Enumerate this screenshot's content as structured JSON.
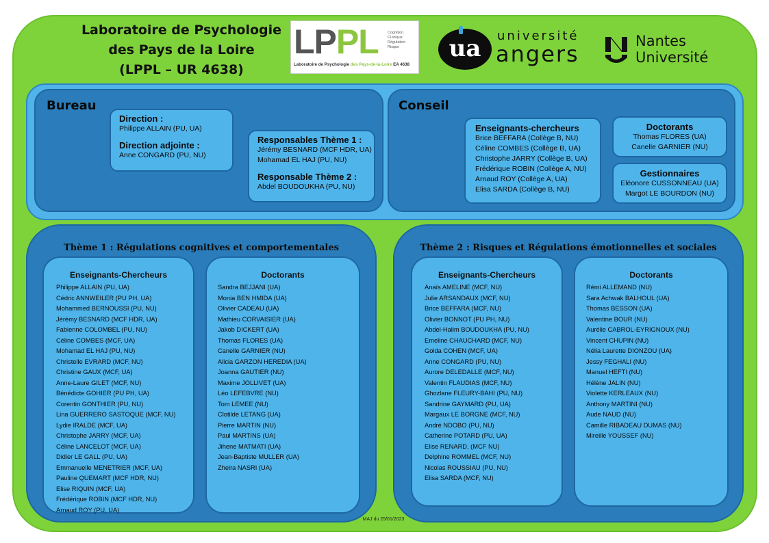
{
  "header": {
    "title_line1": "Laboratoire de Psychologie",
    "title_line2": "des Pays de la Loire",
    "title_line3": "(LPPL – UR 4638)",
    "lppl_logo": {
      "letters_grey": "LP",
      "letters_green": "PL",
      "side_1": "Cognition",
      "side_2": "CLinique",
      "side_3": "Régulation",
      "side_4": "Risque",
      "foot_a": "Laboratoire de Psychologie ",
      "foot_b": "des Pays-de-la-Loire",
      "foot_c": " EA 4638"
    },
    "ua_logo": {
      "mark": "ua",
      "word1": "université",
      "word2": "angers"
    },
    "nantes_logo": {
      "line1": "Nantes",
      "line2": "Université"
    }
  },
  "bureau": {
    "title": "Bureau",
    "direction": {
      "title": "Direction :",
      "members": [
        "Philippe ALLAIN (PU, UA)"
      ]
    },
    "direction_adjointe": {
      "title": "Direction adjointe :",
      "members": [
        "Anne CONGARD (PU, NU)"
      ]
    },
    "responsables_theme1": {
      "title": "Responsables Thème 1 :",
      "members": [
        "Jérémy BESNARD (MCF HDR, UA)",
        "Mohamad EL HAJ (PU, NU)"
      ]
    },
    "responsable_theme2": {
      "title": "Responsable Thème 2 :",
      "members": [
        "Abdel BOUDOUKHA (PU, NU)"
      ]
    }
  },
  "conseil": {
    "title": "Conseil",
    "enseignants": {
      "title": "Enseignants-chercheurs",
      "members": [
        "Brice BEFFARA (Collège B, NU)",
        "Céline COMBES (Collège B, UA)",
        "Christophe JARRY (Collège B, UA)",
        "Frédérique ROBIN (Collège A, NU)",
        "Arnaud ROY (Collège A, UA)",
        "Elisa SARDA (Collège B, NU)"
      ]
    },
    "doctorants": {
      "title": "Doctorants",
      "members": [
        "Thomas FLORES (UA)",
        "Canelle GARNIER (NU)"
      ]
    },
    "gestionnaires": {
      "title": "Gestionnaires",
      "members": [
        "Eléonore CUSSONNEAU (UA)",
        "Margot LE BOURDON (NU)"
      ]
    }
  },
  "theme1": {
    "title": "Thème 1 : Régulations cognitives et comportementales",
    "enseignants": {
      "title": "Enseignants-Chercheurs",
      "members": [
        "Philippe ALLAIN (PU, UA)",
        "Cédric ANNWEILER (PU PH, UA)",
        "Mohammed BERNOUSSI (PU, NU)",
        "Jérémy BESNARD (MCF HDR, UA)",
        "Fabienne COLOMBEL (PU, NU)",
        "Céline COMBES (MCF, UA)",
        "Mohamad EL HAJ (PU, NU)",
        "Christelle EVRARD (MCF, NU)",
        "Christine GAUX (MCF, UA)",
        "Anne-Laure GILET (MCF, NU)",
        "Bénédicte GOHIER (PU PH, UA)",
        "Corentin GONTHIER (PU, NU)",
        "Lina GUERRERO SASTOQUE (MCF, NU)",
        "Lydie IRALDE (MCF, UA)",
        "Christophe JARRY (MCF, UA)",
        "Céline LANCELOT (MCF, UA)",
        "Didier LE GALL (PU, UA)",
        "Emmanuelle MENETRIER (MCF, UA)",
        "Pauline QUEMART (MCF HDR, NU)",
        "Elise RIQUIN (MCF, UA)",
        "Frédérique ROBIN (MCF HDR, NU)",
        "Arnaud ROY (PU, UA)"
      ]
    },
    "doctorants": {
      "title": "Doctorants",
      "members": [
        "Sandra BEJJANI (UA)",
        "Monia BEN HMIDA (UA)",
        "Olivier CADEAU (UA)",
        "Mathieu CORVAISIER (UA)",
        "Jakob DICKERT (UA)",
        "Thomas FLORES (UA)",
        "Canelle GARNIER (NU)",
        "Alicia GARZON HEREDIA (UA)",
        "Joanna GAUTIER (NU)",
        "Maxime JOLLIVET (UA)",
        "Léo LEFEBVRE (NU)",
        "Tom LEMEE (NU)",
        "Clotilde LETANG (UA)",
        "Pierre MARTIN (NU)",
        "Paul MARTINS (UA)",
        "Jihene MATMATI (UA)",
        "Jean-Baptiste MULLER (UA)",
        "Zheira NASRI (UA)"
      ]
    }
  },
  "theme2": {
    "title": "Thème 2 : Risques et Régulations émotionnelles et sociales",
    "enseignants": {
      "title": "Enseignants-Chercheurs",
      "members": [
        "Anaïs AMELINE (MCF, NU)",
        "Julie ARSANDAUX (MCF, NU)",
        "Brice BEFFARA (MCF, NU)",
        "Olivier BONNOT (PU PH, NU)",
        "Abdel-Halim BOUDOUKHA (PU, NU)",
        "Emeline CHAUCHARD (MCF, NU)",
        "Golda COHEN (MCF, UA)",
        "Anne CONGARD (PU, NU)",
        "Aurore DELEDALLE (MCF, NU)",
        "Valentin FLAUDIAS (MCF, NU)",
        "Ghozlane FLEURY-BAHI (PU, NU)",
        "Sandrine GAYMARD (PU, UA)",
        "Margaux LE BORGNE (MCF, NU)",
        "André NDOBO (PU, NU)",
        "Catherine POTARD (PU, UA)",
        "Elise RENARD, (MCF NU)",
        "Delphine ROMMEL (MCF, NU)",
        "Nicolas ROUSSIAU (PU, NU)",
        "Elisa SARDA (MCF, NU)"
      ]
    },
    "doctorants": {
      "title": "Doctorants",
      "members": [
        "Rémi ALLEMAND (NU)",
        "Sara Achwak BALHOUL (UA)",
        "Thomas BESSON (UA)",
        "Valentine BOUR (NU)",
        "Aurélie CABROL-EYRIGNOUX (NU)",
        "Vincent CHUPIN (NU)",
        "Nélia Laurette DIONZOU (UA)",
        "Jessy FEGHALI (NU)",
        "Manuel HEFTI (NU)",
        "Hélène JALIN (NU)",
        "Violette KERLEAUX (NU)",
        "Anthony MARTINI (NU)",
        "Aude NAUD (NU)",
        "Camille RIBADEAU DUMAS (NU)",
        "Mireille YOUSSEF (NU)"
      ]
    }
  },
  "footer": {
    "maj": "MAJ du 25/01/2023"
  },
  "colors": {
    "frame_green": "#7ed33a",
    "panel_blue": "#50b3e9",
    "box_blue": "#2a7dba",
    "card_blue": "#4fb4ea"
  }
}
